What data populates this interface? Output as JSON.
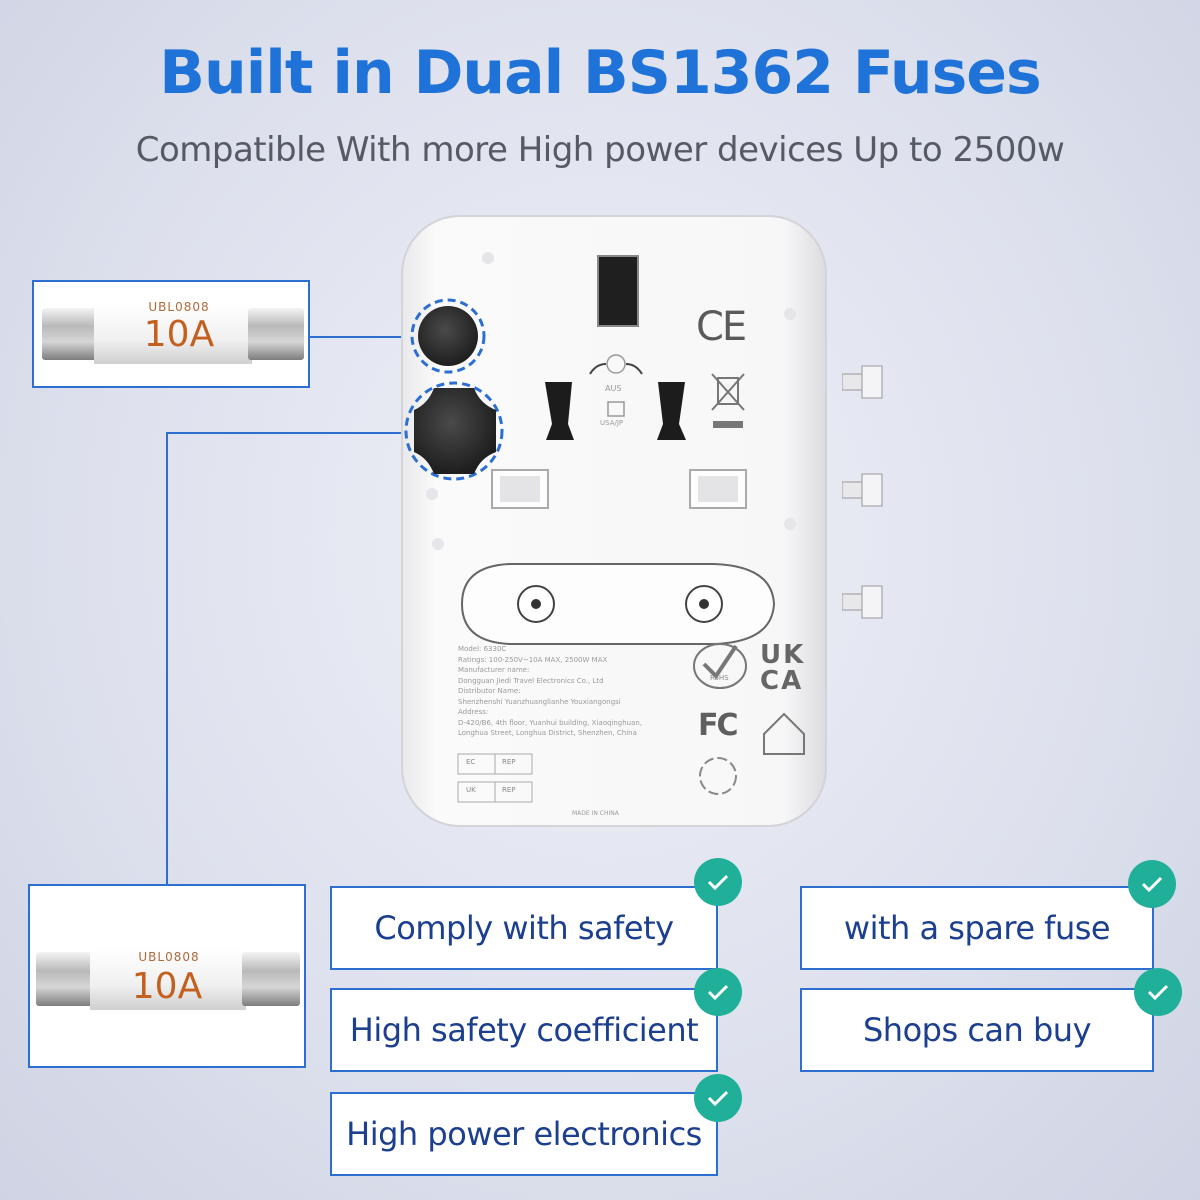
{
  "header": {
    "title": "Built in Dual BS1362 Fuses",
    "subtitle": "Compatible With more High power devices Up to 2500w"
  },
  "fuses": [
    {
      "brand": "UBL0808",
      "rating": "10A"
    },
    {
      "brand": "UBL0808",
      "rating": "10A"
    }
  ],
  "adapter": {
    "ce_mark": "CE",
    "aus_label": "AUS",
    "usa_jp_label": "USA/JP",
    "ukca_top": "UK",
    "ukca_bottom": "CA",
    "fc_mark": "FC",
    "rohs_label": "RoHS",
    "made_in": "MADE IN CHINA",
    "spec_lines": [
      "Model: 6330C",
      "Ratings: 100-250V~10A MAX, 2500W MAX",
      "Manufacturer name:",
      "Dongguan Jiedi Travel Electronics Co., Ltd",
      "Distributor Name:",
      "Shenzhenshi Yuanzhuanglianhe Youxiangongsi",
      "Address:",
      "D-420/B6, 4th floor, Yuanhui building, Xiaoqinghuan,",
      "Longhua Street, Longhua District, Shenzhen, China"
    ],
    "ec_label": "EC",
    "uk_label": "UK",
    "rep_label": "REP"
  },
  "features": [
    {
      "label": "Comply with safety"
    },
    {
      "label": "High safety coefficient"
    },
    {
      "label": "High power electronics"
    },
    {
      "label": "with a spare fuse"
    },
    {
      "label": "Shops can buy"
    }
  ],
  "colors": {
    "title_blue": "#1f73d8",
    "box_border": "#2d6fd1",
    "check_green": "#20b09a",
    "feature_text": "#1c3f8f"
  }
}
